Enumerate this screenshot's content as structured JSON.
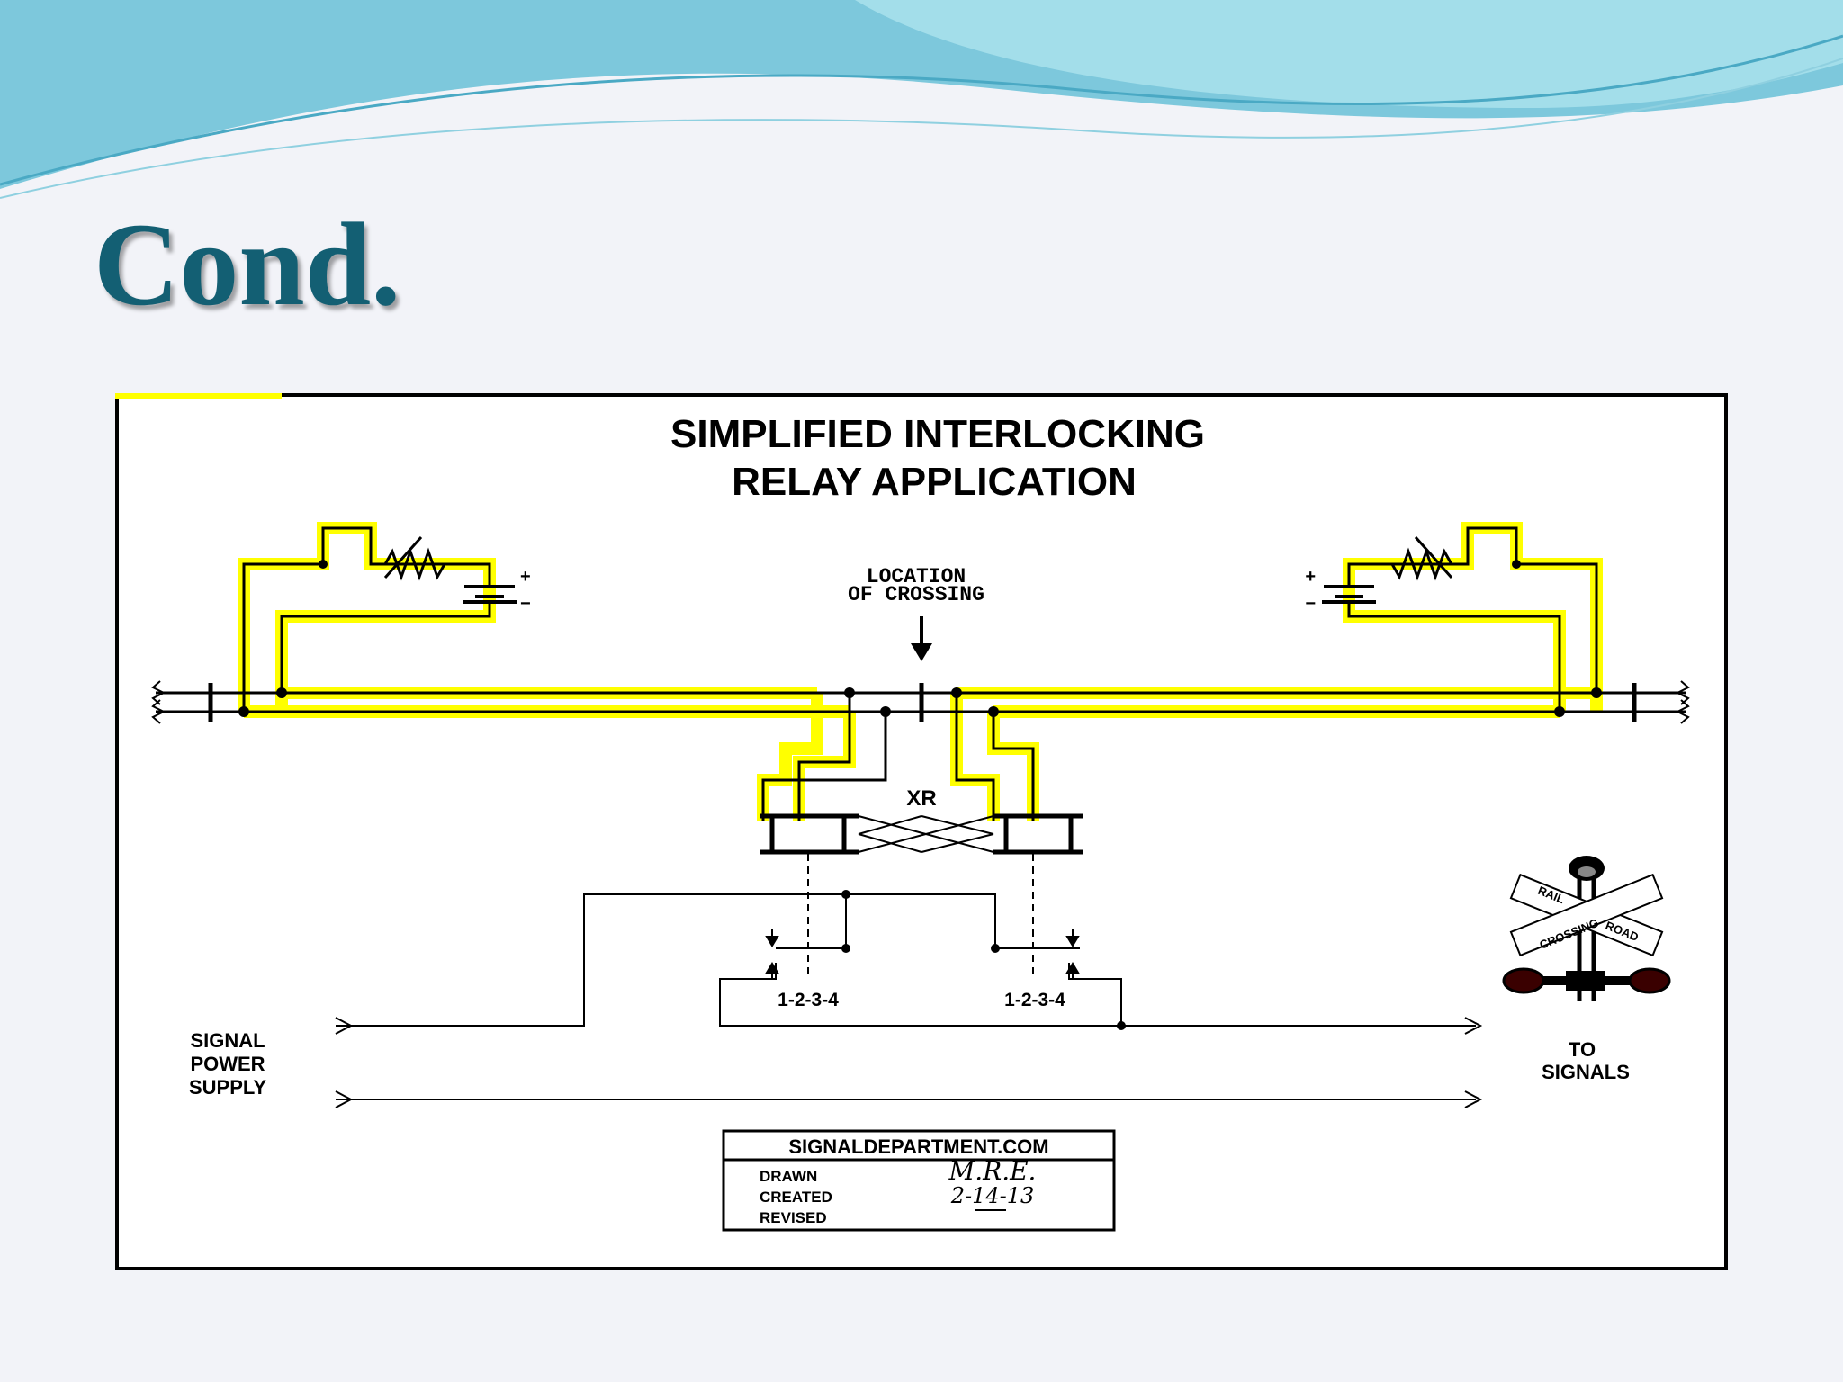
{
  "slide": {
    "title": "Cond.",
    "colors": {
      "title": "#135f73",
      "background": "#f2f3f8",
      "wave_light": "#a9e2ec",
      "wave_dark": "#7dc8dc",
      "highlight": "#ffff00"
    }
  },
  "diagram": {
    "title_line1": "SIMPLIFIED INTERLOCKING",
    "title_line2": "RELAY APPLICATION",
    "crossing_line1": "LOCATION",
    "crossing_line2": "OF CROSSING",
    "relay_label": "XR",
    "contacts_left": "1-2-3-4",
    "contacts_right": "1-2-3-4",
    "power_line1": "SIGNAL",
    "power_line2": "POWER",
    "power_line3": "SUPPLY",
    "to_line1": "TO",
    "to_line2": "SIGNALS",
    "battery_plus": "+",
    "battery_minus": "−",
    "crossbuck_top": "RAIL",
    "crossbuck_top2": "ROAD",
    "crossbuck_bottom": "CROSSING",
    "title_block": {
      "site": "SignalDepartment.com",
      "drawn_label": "DRAWN",
      "created_label": "CREATED",
      "revised_label": "REVISED",
      "drawn_value": "M.R.E.",
      "created_value": "2-14-13"
    }
  }
}
